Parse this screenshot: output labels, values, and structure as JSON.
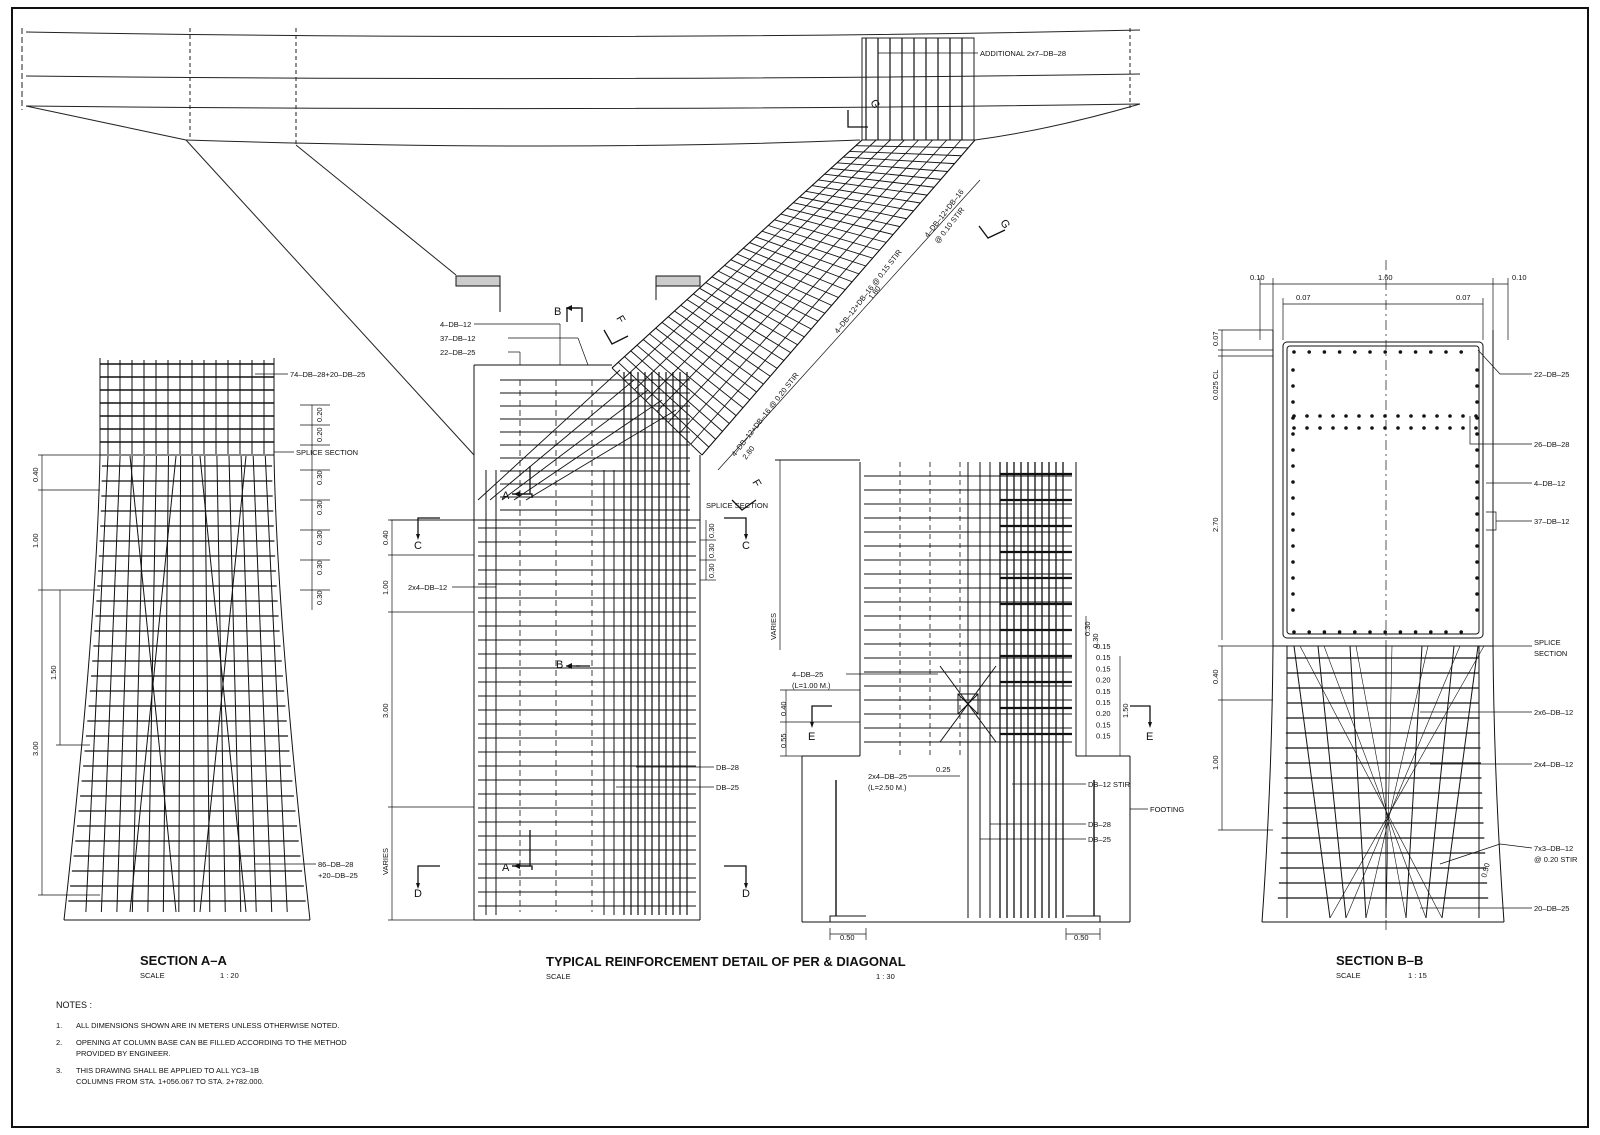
{
  "titles": {
    "section_a": "SECTION A–A",
    "section_b": "SECTION B–B",
    "main": "TYPICAL REINFORCEMENT DETAIL OF PER & DIAGONAL"
  },
  "scales": {
    "label": "SCALE",
    "section_a": "1 : 20",
    "main": "1 : 30",
    "section_b": "1 : 15"
  },
  "notes": {
    "heading": "NOTES :",
    "items": [
      {
        "num": "1.",
        "lines": [
          "ALL DIMENSIONS SHOWN ARE IN METERS UNLESS OTHERWISE NOTED."
        ]
      },
      {
        "num": "2.",
        "lines": [
          "OPENING AT COLUMN BASE CAN BE FILLED ACCORDING TO THE METHOD",
          "PROVIDED BY ENGINEER."
        ]
      },
      {
        "num": "3.",
        "lines": [
          "THIS DRAWING SHALL BE APPLIED TO ALL YC3–1B",
          "COLUMNS FROM STA. 1+056.067 TO STA. 2+782.000."
        ]
      }
    ]
  },
  "top": {
    "additional": "ADDITIONAL 2x7–DB–28"
  },
  "diagonal": {
    "stir1": "4–DB–12+DB–16 @ 0.20 STIR",
    "stir2": "4–DB–12+DB–16 @ 0.15 STIR",
    "stir3": "4–DB–12+DB–16",
    "stir3b": "@ 0.10 STIR",
    "len1": "2.80",
    "len2": "1.80"
  },
  "section_a": {
    "top_bars": "74–DB–28+20–DB–25",
    "splice": "SPLICE SECTION",
    "bot_bars_1": "86–DB–28",
    "bot_bars_2": "+20–DB–25",
    "dims_left": [
      "0.40",
      "1.00",
      "1.50",
      "3.00"
    ],
    "dims_right_top": [
      "0.20",
      "0.20"
    ],
    "dims_right": [
      "0.30",
      "0.30",
      "0.30",
      "0.30",
      "0.30"
    ]
  },
  "main": {
    "b1": "4–DB–12",
    "b2": "37–DB–12",
    "b3": "22–DB–25",
    "splice": "SPLICE SECTION",
    "b4": "2x4–DB–12",
    "db28": "DB–28",
    "db25": "DB–25",
    "dims_left": [
      "0.40",
      "1.00",
      "3.00",
      "VARIES"
    ],
    "dims_right": [
      "0.30",
      "0.30",
      "0.30"
    ],
    "cuts": {
      "A": "A",
      "B": "B",
      "C": "C",
      "D": "D",
      "E": "E",
      "F": "F",
      "G": "G"
    }
  },
  "elev": {
    "varies": "VARIES",
    "b1": "4–DB–25",
    "b1b": "(L=1.00 M.)",
    "b2": "2x4–DB–25",
    "b2b": "(L=2.50 M.)",
    "d025": "0.25",
    "d040": "0.40",
    "d055": "0.55",
    "stir": "DB–12 STIR",
    "footing": "FOOTING",
    "db28": "DB–28",
    "db25": "DB–25",
    "d050": "0.50",
    "d150": "1.50",
    "spacing": [
      "0.30",
      "0.30",
      "0.15",
      "0.15",
      "0.15",
      "0.20",
      "0.15",
      "0.15",
      "0.20",
      "0.15",
      "0.15"
    ]
  },
  "section_b": {
    "w010": "0.10",
    "w160": "1.60",
    "w007": "0.07",
    "h007": "0.07",
    "cl": "0.025 CL",
    "h270": "2.70",
    "h040": "0.40",
    "h100": "1.00",
    "d050": "0.50",
    "b1": "22–DB–25",
    "b2": "26–DB–28",
    "b3": "4–DB–12",
    "b4": "37–DB–12",
    "splice1": "SPLICE",
    "splice2": "SECTION",
    "b5": "2x6–DB–12",
    "b6": "2x4–DB–12",
    "b7": "7x3–DB–12",
    "b7b": "@ 0.20 STIR",
    "b8": "20–DB–25"
  }
}
